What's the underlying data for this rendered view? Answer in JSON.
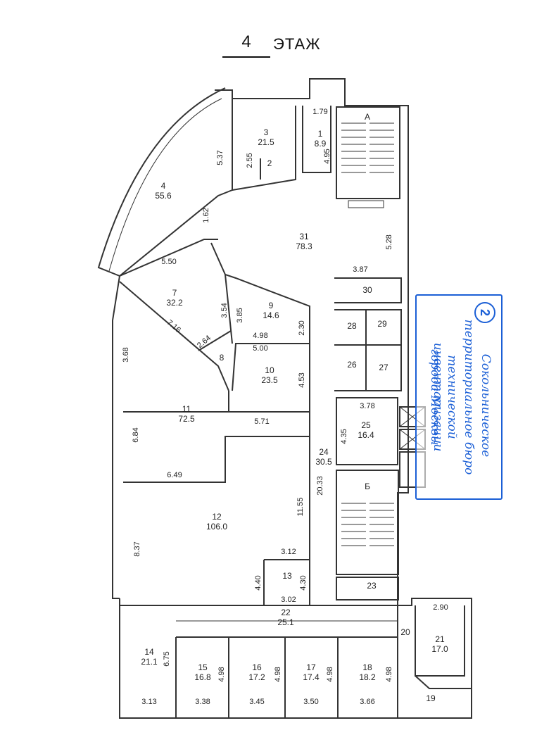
{
  "title": {
    "number": "4",
    "word": "ЭТАЖ"
  },
  "stamp": {
    "number": "2",
    "line1": "Сокольническое",
    "line2": "территориальное бюро",
    "line3": "технической инвентаризации",
    "line4": "города Москвы",
    "color": "#1b5fd6"
  },
  "rooms": [
    {
      "id": "1",
      "area": "8.9"
    },
    {
      "id": "2"
    },
    {
      "id": "3",
      "area": "21.5"
    },
    {
      "id": "4",
      "area": "55.6"
    },
    {
      "id": "7",
      "area": "32.2"
    },
    {
      "id": "8"
    },
    {
      "id": "9",
      "area": "14.6"
    },
    {
      "id": "10",
      "area": "23.5"
    },
    {
      "id": "11",
      "area": "72.5"
    },
    {
      "id": "12",
      "area": "106.0"
    },
    {
      "id": "13"
    },
    {
      "id": "14",
      "area": "21.1"
    },
    {
      "id": "15",
      "area": "16.8"
    },
    {
      "id": "16",
      "area": "17.2"
    },
    {
      "id": "17",
      "area": "17.4"
    },
    {
      "id": "18",
      "area": "18.2"
    },
    {
      "id": "19"
    },
    {
      "id": "20"
    },
    {
      "id": "21",
      "area": "17.0"
    },
    {
      "id": "22",
      "area": "25.1"
    },
    {
      "id": "23"
    },
    {
      "id": "24",
      "area": "30.5"
    },
    {
      "id": "25",
      "area": "16.4"
    },
    {
      "id": "26"
    },
    {
      "id": "27"
    },
    {
      "id": "28"
    },
    {
      "id": "29"
    },
    {
      "id": "30"
    },
    {
      "id": "31",
      "area": "78.3"
    }
  ],
  "stairs": [
    {
      "label": "А"
    },
    {
      "label": "Б"
    }
  ],
  "dimensions": [
    "1.79",
    "4.95",
    "2.55",
    "5.37",
    "1.62",
    "5.50",
    "3.54",
    "3.85",
    "2.30",
    "4.98",
    "5.00",
    "4.53",
    "2.64",
    "7.16",
    "3.68",
    "6.84",
    "5.71",
    "6.49",
    "11.55",
    "8.37",
    "3.12",
    "4.40",
    "4.30",
    "3.02",
    "20.33",
    "5.28",
    "3.87",
    "3.78",
    "4.35",
    "6.75",
    "4.98",
    "4.98",
    "4.98",
    "4.98",
    "3.13",
    "3.38",
    "3.45",
    "3.50",
    "3.66",
    "2.90"
  ]
}
